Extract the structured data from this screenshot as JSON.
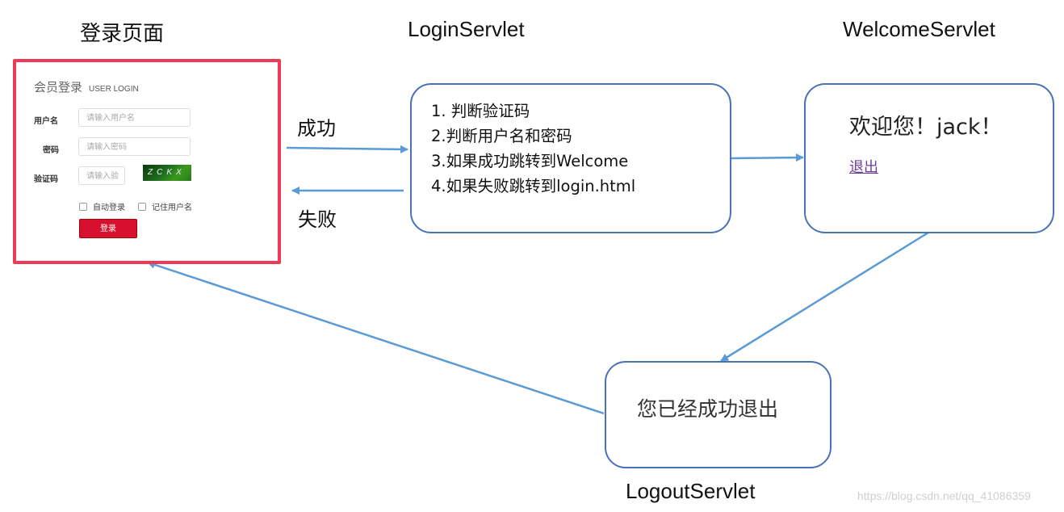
{
  "headings": {
    "login_page": "登录页面",
    "login_servlet": "LoginServlet",
    "welcome_servlet": "WelcomeServlet",
    "logout_servlet": "LogoutServlet"
  },
  "login_form": {
    "title": "会员登录",
    "subtitle": "USER LOGIN",
    "username_label": "用户名",
    "username_placeholder": "请输入用户名",
    "password_label": "密码",
    "password_placeholder": "请输入密码",
    "captcha_label": "验证码",
    "captcha_placeholder": "请输入验",
    "captcha_text": "ZCKX",
    "auto_login_label": "自动登录",
    "remember_username_label": "记住用户名",
    "submit_label": "登录",
    "border_color": "#ee3a57",
    "button_color": "#d8102f"
  },
  "login_servlet_steps": [
    "1. 判断验证码",
    "2.判断用户名和密码",
    "3.如果成功跳转到Welcome",
    "4.如果失败跳转到login.html"
  ],
  "welcome": {
    "message": "欢迎您！jack！",
    "logout_link": "退出"
  },
  "logout": {
    "message": "您已经成功退出"
  },
  "edges": {
    "success": "成功",
    "failure": "失败"
  },
  "colors": {
    "box_border": "#4a72b8",
    "arrow": "#5b9bd5"
  },
  "watermark": "https://blog.csdn.net/qq_41086359"
}
